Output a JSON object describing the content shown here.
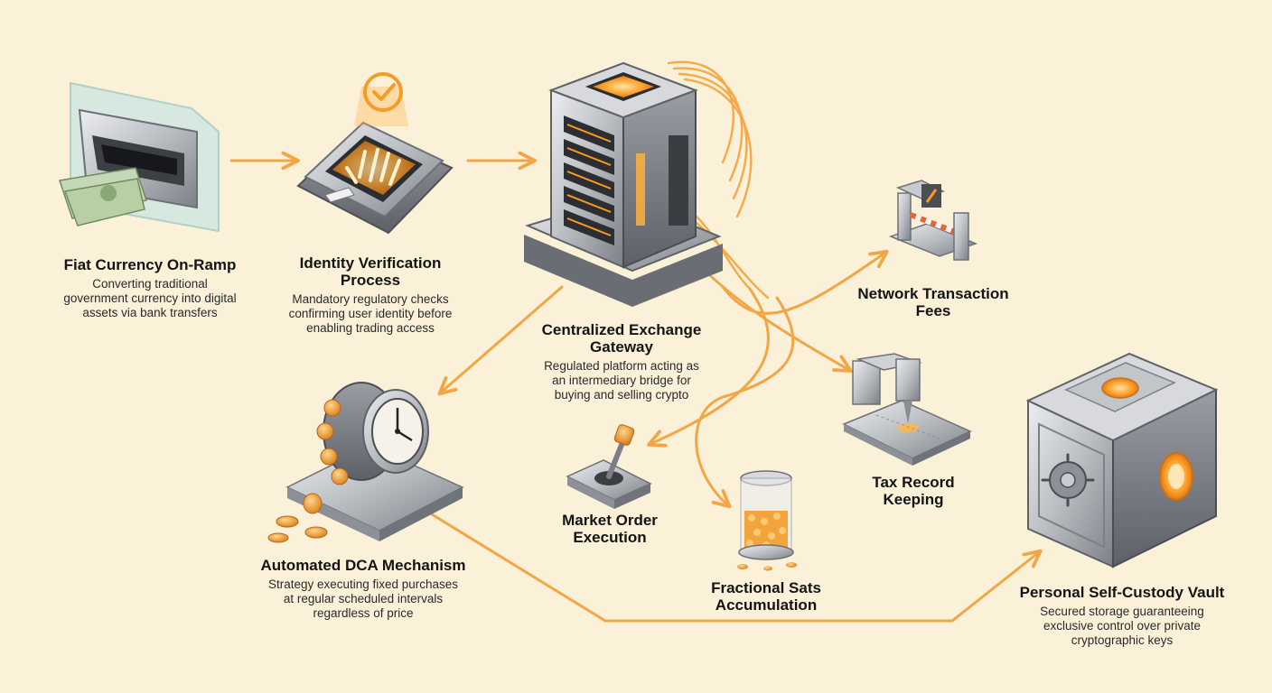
{
  "colors": {
    "background": "#fbf1d9",
    "arrow": "#f3a645",
    "glow": "#ff9a1f",
    "metal_light": "#d9dadd",
    "metal_mid": "#a8abb1",
    "metal_dark": "#6f737a",
    "coin": "#f2a23a"
  },
  "nodes": {
    "fiat": {
      "title": "Fiat Currency On-Ramp",
      "desc": [
        "Converting traditional",
        "government currency into digital",
        "assets via bank transfers"
      ],
      "icon": "cash-slot-icon"
    },
    "identity": {
      "title": [
        "Identity Verification",
        "Process"
      ],
      "desc": [
        "Mandatory regulatory checks",
        "confirming user identity before",
        "enabling trading access"
      ],
      "icon": "hand-scanner-icon"
    },
    "exchange": {
      "title": [
        "Centralized Exchange",
        "Gateway"
      ],
      "desc": [
        "Regulated platform acting as",
        "an intermediary bridge for",
        "buying and selling crypto"
      ],
      "icon": "server-tower-icon"
    },
    "fees": {
      "title": [
        "Network Transaction",
        "Fees"
      ],
      "icon": "toll-gate-icon"
    },
    "tax": {
      "title": [
        "Tax Record",
        "Keeping"
      ],
      "icon": "engraver-icon"
    },
    "dca": {
      "title": "Automated DCA Mechanism",
      "desc": [
        "Strategy executing fixed purchases",
        "at regular scheduled intervals",
        "regardless of price"
      ],
      "icon": "clock-coin-machine-icon"
    },
    "market": {
      "title": [
        "Market Order",
        "Execution"
      ],
      "icon": "lever-switch-icon"
    },
    "sats": {
      "title": [
        "Fractional Sats",
        "Accumulation"
      ],
      "icon": "coin-jar-icon"
    },
    "vault": {
      "title": "Personal Self-Custody Vault",
      "desc": [
        "Secured storage guaranteeing",
        "exclusive control over private",
        "cryptographic keys"
      ],
      "icon": "safe-vault-icon"
    }
  }
}
